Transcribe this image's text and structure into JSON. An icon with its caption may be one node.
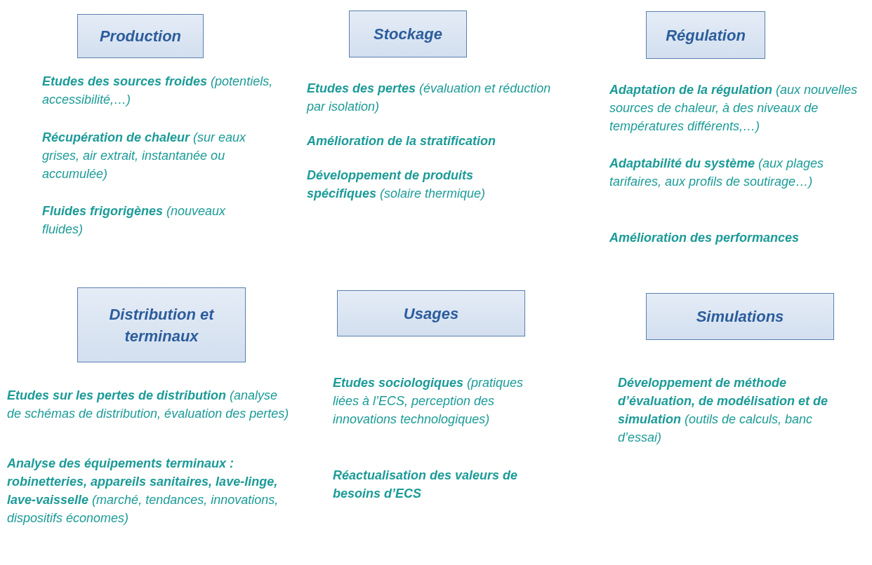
{
  "diagram": {
    "nodes": [
      {
        "text": [
          "Production"
        ],
        "beside": [
          "**Etudes des sources froides** (potentiels, accessibilité,…)",
          "**Récupération de chaleur** (sur eaux grises, air extrait, instantanée ou accumulée)",
          "**Fluides frigorigènes** (nouveaux fluides)"
        ]
      },
      {
        "text": [
          "Stockage"
        ],
        "beside": [
          "**Etudes des pertes** (évaluation et réduction par isolation)",
          "**Amélioration de la stratification**",
          "**Développement de produits spécifiques** (solaire thermique)"
        ]
      },
      {
        "text": [
          "Régulation"
        ],
        "beside": [
          "**Adaptation de la régulation** (aux nouvelles sources de chaleur, à des niveaux de températures différents,…)",
          "**Adaptabilité du système** (aux plages tarifaires, aux profils de soutirage…)",
          "**Amélioration des performances**"
        ]
      },
      {
        "text": [
          "Distribution et terminaux"
        ],
        "beside": [
          "**Etudes sur les pertes de distribution** (analyse de schémas de distribution, évaluation des pertes)",
          "**Analyse des équipements terminaux : robinetteries, appareils sanitaires, lave-linge, lave-vaisselle** (marché, tendances, innovations, dispositifs économes)"
        ]
      },
      {
        "text": [
          "Usages"
        ],
        "beside": [
          "**Etudes sociologiques** (pratiques liées à l’ECS, perception des innovations technologiques)",
          "**Réactualisation des valeurs de besoins d’ECS**"
        ]
      },
      {
        "text": [
          "Simulations"
        ],
        "beside": [
          "**Développement de méthode d’évaluation, de modélisation et de simulation** (outils de calculs, banc d’essai)"
        ]
      }
    ]
  }
}
